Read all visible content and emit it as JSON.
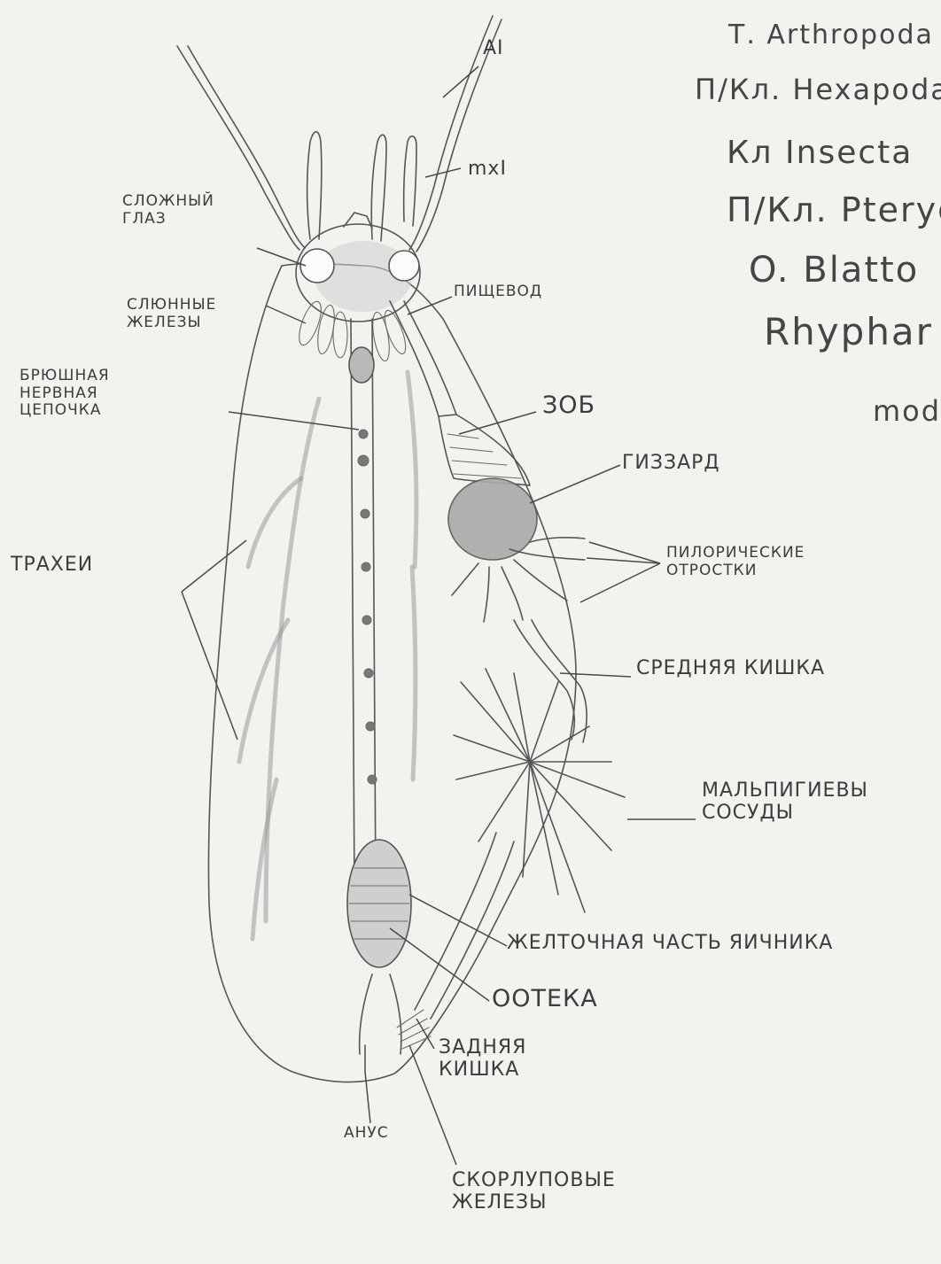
{
  "taxonomy": {
    "type_line": "Т. Arthropoda",
    "subtype_line": "П/Кл. Hexapoda",
    "class_line": "Кл Insecta",
    "subclass_line": "П/Кл. Pteryg",
    "order_line": "O. Blatto",
    "species_line": "Rhyphar",
    "species_line_2": "mod"
  },
  "labels": {
    "antenna": "AI",
    "maxilla": "mxI",
    "compound_eye": "СЛОЖНЫЙ\nГЛАЗ",
    "salivary_glands": "СЛЮННЫЕ\nЖЕЛЕЗЫ",
    "ventral_nerve_cord": "БРЮШНАЯ\nНЕРВНАЯ\nЦЕПОЧКА",
    "esophagus": "ПИЩЕВОД",
    "crop": "ЗОБ",
    "gizzard": "ГИЗЗАРД",
    "pyloric_processes": "ПИЛОРИЧЕСКИЕ\nОТРОСТКИ",
    "tracheae": "ТРАХЕИ",
    "midgut": "СРЕДНЯЯ КИШКА",
    "malpighian_tubules": "МАЛЬПИГИЕВЫ\nСОСУДЫ",
    "yolk_ovary": "ЖЕЛТОЧНАЯ ЧАСТЬ ЯИЧНИКА",
    "ootheca": "ООТЕКА",
    "hindgut": "ЗАДНЯЯ\nКИШКА",
    "anus": "АНУС",
    "shell_glands": "СКОРЛУПОВЫЕ\nЖЕЛЕЗЫ"
  }
}
